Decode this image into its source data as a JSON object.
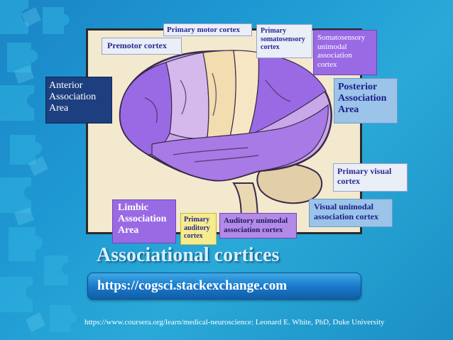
{
  "labels": {
    "primary_motor": "Primary motor cortex",
    "premotor": "Premotor cortex",
    "primary_somatosensory": [
      "Primary",
      "somatosensory",
      "cortex"
    ],
    "somatosensory_unimodal": [
      "Somatosensory",
      "unimodal",
      "association",
      "cortex"
    ],
    "anterior_association": [
      "Anterior",
      "Association",
      "Area"
    ],
    "posterior_association": [
      "Posterior",
      "Association",
      "Area"
    ],
    "primary_visual": [
      "Primary visual",
      "cortex"
    ],
    "limbic_association": [
      "Limbic",
      "Association",
      "Area"
    ],
    "primary_auditory": [
      "Primary",
      "auditory",
      "cortex"
    ],
    "auditory_unimodal": [
      "Auditory unimodal",
      "association cortex"
    ],
    "visual_unimodal": [
      "Visual unimodal",
      "association cortex"
    ]
  },
  "title": "Associational cortices",
  "url": "https://cogsci.stackexchange.com",
  "credit": "https://www.coursera.org/learn/medical-neuroscience: Leonard E. White, PhD, Duke University",
  "colors": {
    "background": "#1f9ad3",
    "association_area": "#9a6ae4",
    "unimodal_area": "#c8a8e8",
    "primary_area": "#f2dcb0",
    "brain_outline": "#3a2a4a"
  }
}
